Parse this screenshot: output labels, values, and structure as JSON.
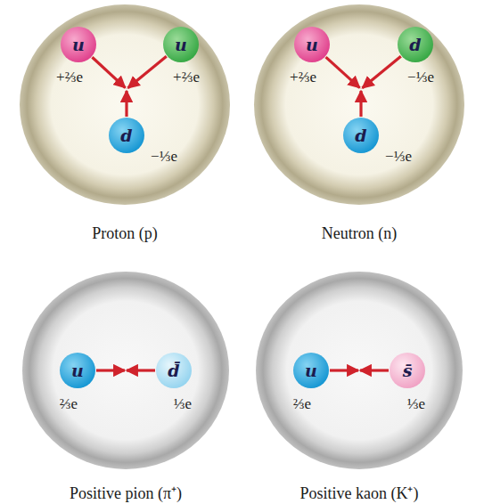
{
  "diagram": {
    "nodes": [
      {
        "text": [
          "Proton (p)"
        ]
      },
      {
        "text": [
          "u",
          "+⅔e"
        ],
        "in": 0
      },
      {
        "text": [
          "u",
          "+⅔e"
        ],
        "in": 0
      },
      {
        "text": [
          "d",
          "−⅓e"
        ],
        "in": 0
      },
      {
        "text": [
          "Neutron (n)"
        ]
      },
      {
        "text": [
          "u",
          "+⅔e"
        ],
        "in": 4
      },
      {
        "text": [
          "d",
          "−⅓e"
        ],
        "in": 4
      },
      {
        "text": [
          "d",
          "−⅓e"
        ],
        "in": 4
      },
      {
        "text": [
          "Positive pion (π⁺)"
        ]
      },
      {
        "text": [
          "u",
          "⅔e"
        ],
        "in": 8
      },
      {
        "text": [
          "d̄",
          "⅓e"
        ],
        "in": 8
      },
      {
        "text": [
          "Positive kaon (K⁺)"
        ]
      },
      {
        "text": [
          "u",
          "⅔e"
        ],
        "in": 11
      },
      {
        "text": [
          "s̄",
          "⅓e"
        ],
        "in": 11
      }
    ]
  }
}
